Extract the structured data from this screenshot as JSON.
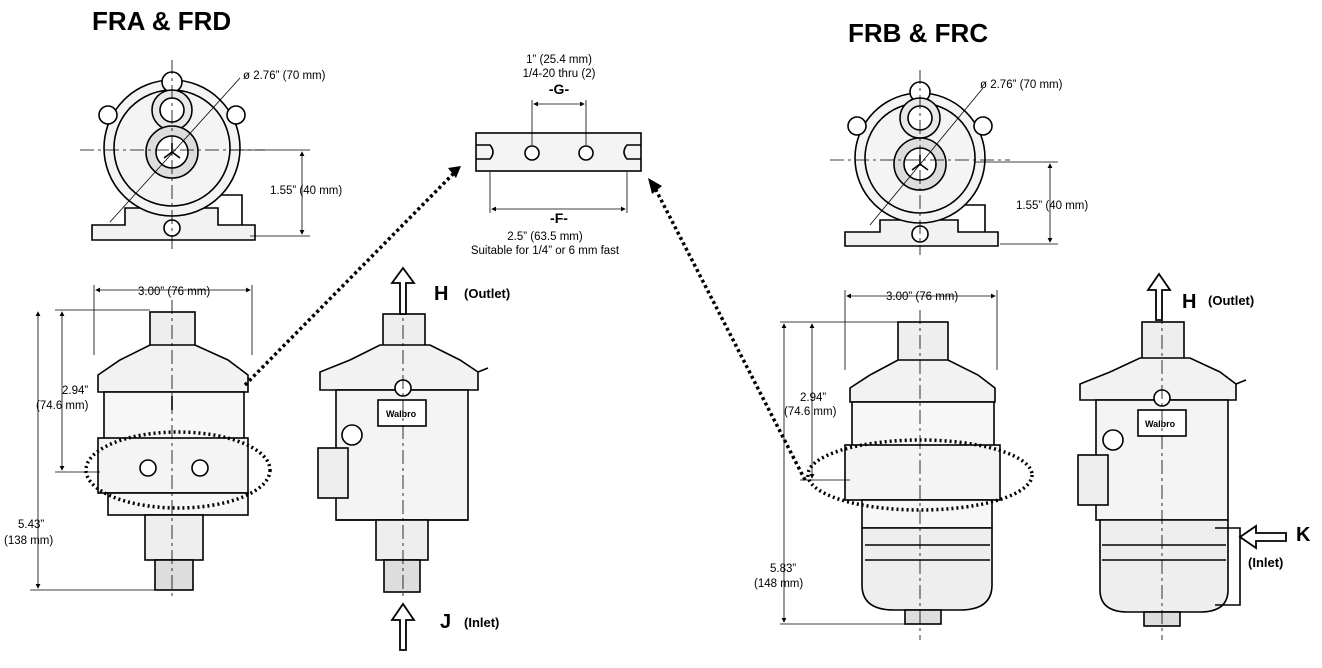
{
  "left": {
    "title": "FRA & FRD",
    "diameter": "ø 2.76” (70 mm)",
    "bracket_height": "1.55” (40 mm)",
    "width": "3.00” (76 mm)",
    "upper_height_in": "2.94”",
    "upper_height_mm": "(74.6 mm)",
    "total_height_in": "5.43”",
    "total_height_mm": "(138 mm)",
    "outlet_letter": "H",
    "outlet_text": "(Outlet)",
    "inlet_letter": "J",
    "inlet_text": "(Inlet)",
    "brand": "Walbro"
  },
  "bracket": {
    "g_top_line1": "1” (25.4 mm)",
    "g_top_line2": "1/4-20 thru (2)",
    "g_label": "-G-",
    "f_label": "-F-",
    "f_line1": "2.5” (63.5 mm)",
    "f_line2": "Suitable for 1/4” or 6 mm fast"
  },
  "right": {
    "title": "FRB & FRC",
    "diameter": "ø 2.76” (70 mm)",
    "bracket_height": "1.55” (40 mm)",
    "width": "3.00” (76 mm)",
    "upper_height_in": "2.94”",
    "upper_height_mm": "(74.6 mm)",
    "total_height_in": "5.83”",
    "total_height_mm": "(148 mm)",
    "outlet_letter": "H",
    "outlet_text": "(Outlet)",
    "inlet_letter": "K",
    "inlet_text": "(Inlet)",
    "brand": "Walbro"
  }
}
